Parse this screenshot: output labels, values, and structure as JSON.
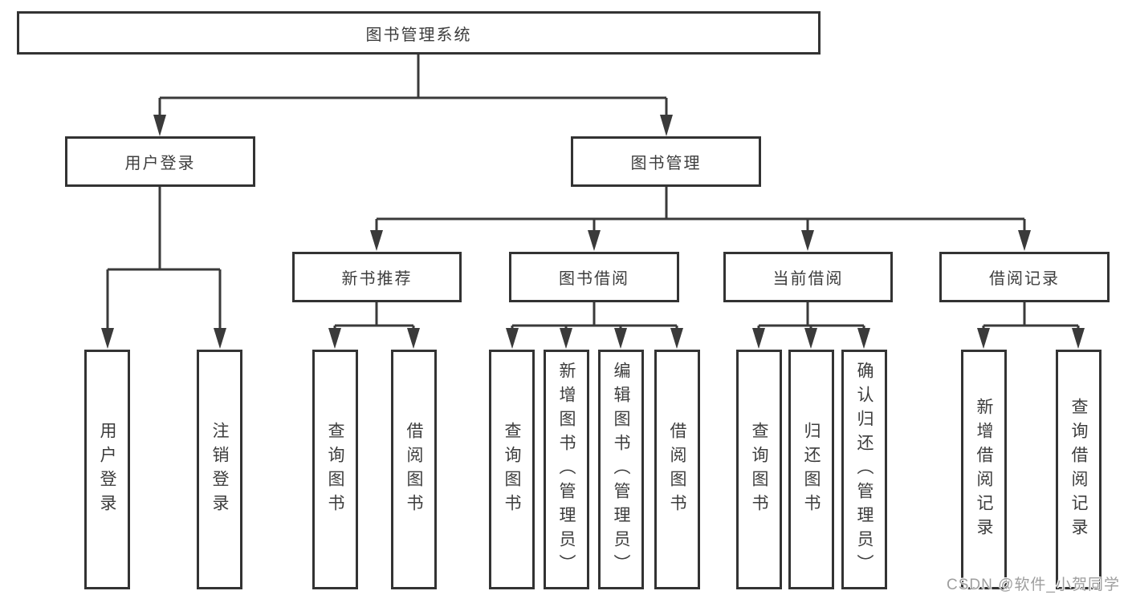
{
  "diagram": {
    "root": {
      "label": "图书管理系统"
    },
    "level2": {
      "user_login": "用户登录",
      "book_mgmt": "图书管理"
    },
    "level3": {
      "new_books": "新书推荐",
      "book_borrow": "图书借阅",
      "current_borrow": "当前借阅",
      "borrow_records": "借阅记录"
    },
    "leaves": {
      "user_login": "用户登录",
      "logout": "注销登录",
      "nb_query_books": "查询图书",
      "nb_borrow_books": "借阅图书",
      "bb_query_books": "查询图书",
      "bb_add_books": "新增图书（管理员）",
      "bb_edit_books": "编辑图书（管理员）",
      "bb_borrow_books": "借阅图书",
      "cb_query_books": "查询图书",
      "cb_return_books": "归还图书",
      "cb_confirm_return": "确认归还（管理员）",
      "br_add_record": "新增借阅记录",
      "br_query_record": "查询借阅记录"
    }
  },
  "watermark": {
    "text": "CSDN @软件_小贺同学"
  },
  "colors": {
    "line": "#3a3a3a",
    "border": "#333333",
    "text": "#3d3d3d",
    "watermark": "#9e9e9e",
    "background": "#ffffff"
  }
}
